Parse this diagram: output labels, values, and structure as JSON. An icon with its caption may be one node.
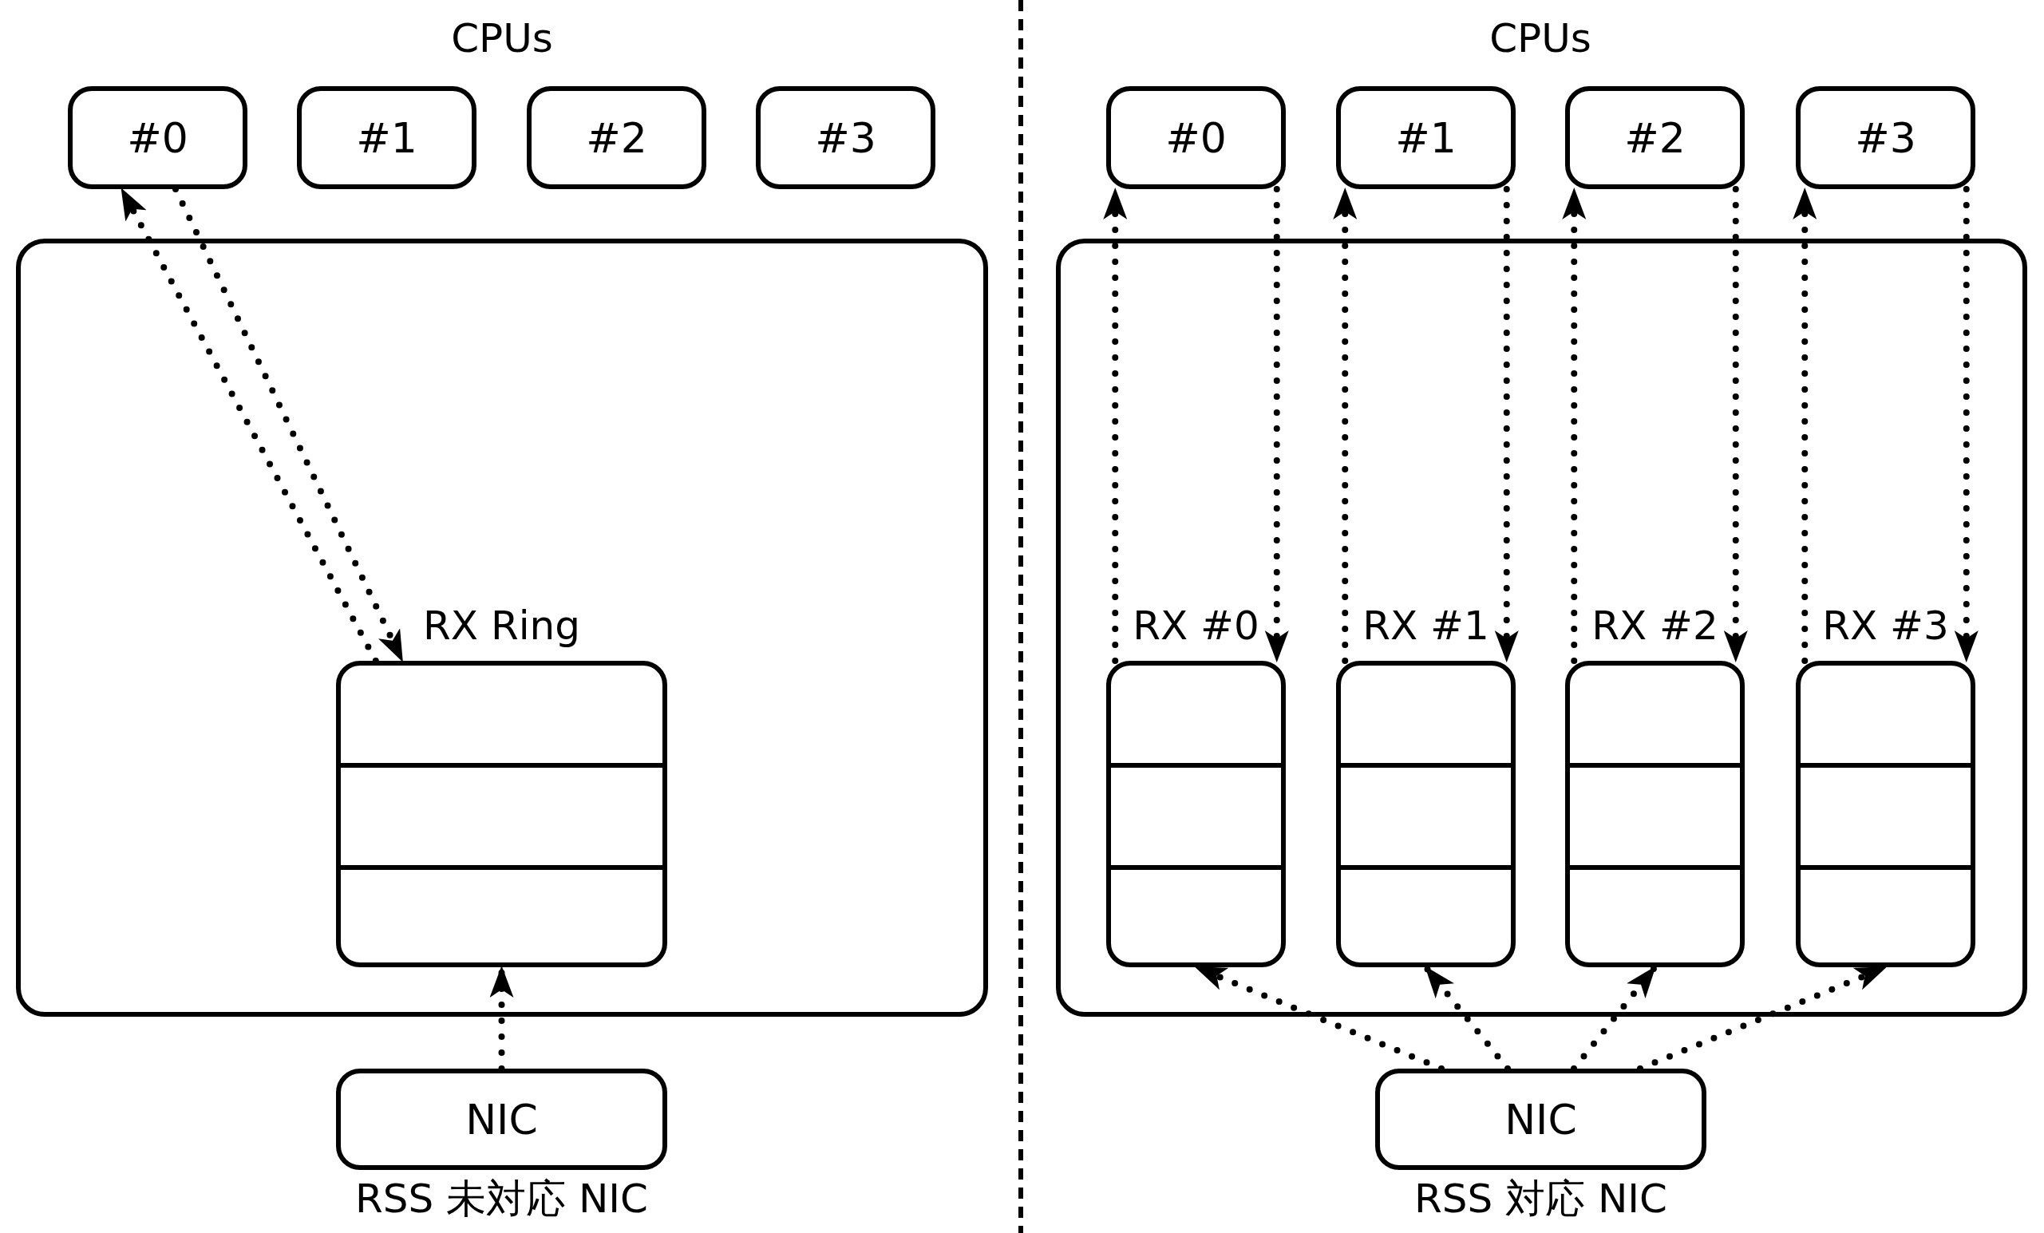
{
  "diagram": {
    "nodes": [
      {
        "text": [],
        "shape": "box"
      },
      {
        "text": [
          "#0"
        ]
      },
      {
        "text": [
          "#1"
        ]
      },
      {
        "text": [
          "#2"
        ]
      },
      {
        "text": [
          "#3"
        ]
      },
      {
        "text": [
          "RX Ring"
        ],
        "in": 0
      },
      {
        "text": [
          "NIC"
        ],
        "beside": [
          "RSS 未対応 NIC"
        ]
      },
      {
        "text": [],
        "shape": "box"
      },
      {
        "text": [
          "#0"
        ]
      },
      {
        "text": [
          "#1"
        ]
      },
      {
        "text": [
          "#2"
        ]
      },
      {
        "text": [
          "#3"
        ]
      },
      {
        "text": [
          "RX #0"
        ],
        "in": 7
      },
      {
        "text": [
          "RX #1"
        ],
        "in": 7
      },
      {
        "text": [
          "RX #2"
        ],
        "in": 7
      },
      {
        "text": [
          "RX #3"
        ],
        "in": 7
      },
      {
        "text": [
          "NIC"
        ],
        "beside": [
          "RSS 対応 NIC"
        ]
      }
    ],
    "edges": [
      {
        "from": 6,
        "to": 5,
        "arrow": "to"
      },
      {
        "from": 5,
        "to": 1,
        "arrow": "to"
      },
      {
        "from": 1,
        "to": 5,
        "arrow": "to"
      },
      {
        "from": 16,
        "to": 12,
        "arrow": "to"
      },
      {
        "from": 12,
        "to": 8,
        "arrow": "to"
      },
      {
        "from": 8,
        "to": 12,
        "arrow": "to"
      },
      {
        "from": 16,
        "to": 13,
        "arrow": "to"
      },
      {
        "from": 13,
        "to": 9,
        "arrow": "to"
      },
      {
        "from": 9,
        "to": 13,
        "arrow": "to"
      },
      {
        "from": 16,
        "to": 14,
        "arrow": "to"
      },
      {
        "from": 14,
        "to": 10,
        "arrow": "to"
      },
      {
        "from": 10,
        "to": 14,
        "arrow": "to"
      },
      {
        "from": 16,
        "to": 15,
        "arrow": "to"
      },
      {
        "from": 15,
        "to": 11,
        "arrow": "to"
      },
      {
        "from": 11,
        "to": 15,
        "arrow": "to"
      }
    ],
    "labels": [
      "CPUs",
      "CPUs"
    ]
  }
}
